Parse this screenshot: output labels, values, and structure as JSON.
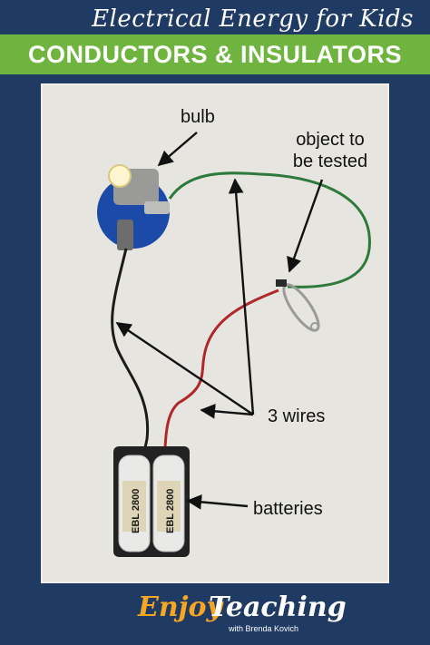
{
  "header": {
    "script_title": "Electrical Energy for Kids",
    "banner_title": "CONDUCTORS & INSULATORS"
  },
  "photo": {
    "labels": {
      "bulb": "bulb",
      "object_line1": "object to",
      "object_line2": "be tested",
      "wires": "3 wires",
      "batteries": "batteries"
    },
    "battery_text": "EBL 2800"
  },
  "footer": {
    "logo_enjoy": "Enjoy",
    "logo_teaching": "Teaching",
    "logo_sub": "with Brenda Kovich"
  },
  "colors": {
    "background": "#1f3a63",
    "banner": "#6fb43f",
    "logo_accent": "#f6a623"
  }
}
